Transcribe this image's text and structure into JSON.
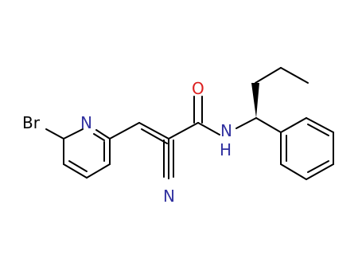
{
  "molecule": {
    "atoms": {
      "br": {
        "text": "Br",
        "color": "#000000"
      },
      "n_pyridine": {
        "text": "N",
        "color": "#3232a0"
      },
      "o": {
        "text": "O",
        "color": "#dc1e1e"
      },
      "n_amide": {
        "text": "N",
        "color": "#3232a0"
      },
      "h_amide": {
        "text": "H",
        "color": "#3232a0"
      },
      "n_nitrile": {
        "text": "N",
        "color": "#3232a0"
      }
    }
  }
}
